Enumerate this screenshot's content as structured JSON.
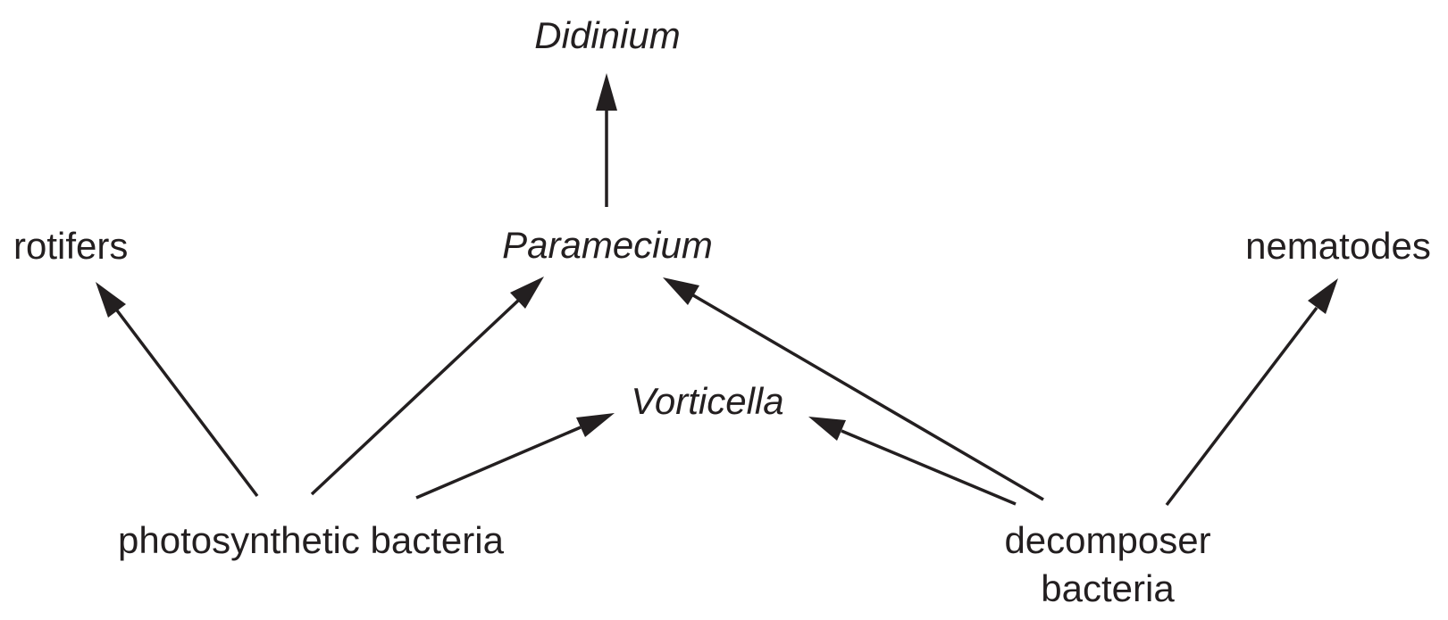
{
  "nodes": {
    "didinium": "Didinium",
    "paramecium": "Paramecium",
    "rotifers": "rotifers",
    "nematodes": "nematodes",
    "vorticella": "Vorticella",
    "photosynthetic_bacteria": "photosynthetic bacteria",
    "decomposer_bacteria_line1": "decomposer",
    "decomposer_bacteria_line2": "bacteria"
  },
  "edges": [
    {
      "from": "paramecium",
      "to": "didinium"
    },
    {
      "from": "photosynthetic_bacteria",
      "to": "rotifers"
    },
    {
      "from": "photosynthetic_bacteria",
      "to": "paramecium"
    },
    {
      "from": "photosynthetic_bacteria",
      "to": "vorticella"
    },
    {
      "from": "decomposer_bacteria",
      "to": "vorticella"
    },
    {
      "from": "decomposer_bacteria",
      "to": "paramecium"
    },
    {
      "from": "decomposer_bacteria",
      "to": "nematodes"
    }
  ],
  "colors": {
    "ink": "#231f20"
  }
}
